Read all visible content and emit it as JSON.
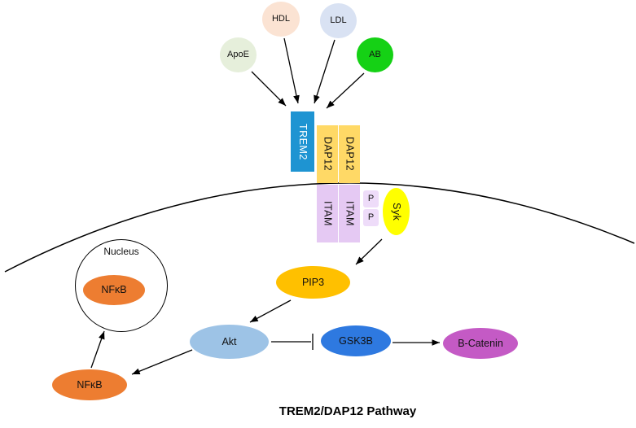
{
  "title": "TREM2/DAP12 Pathway",
  "ligands": {
    "apoe": {
      "label": "ApoE",
      "color": "#e6efdb"
    },
    "hdl": {
      "label": "HDL",
      "color": "#fbe3d3"
    },
    "ldl": {
      "label": "LDL",
      "color": "#d9e2f3"
    },
    "ab": {
      "label": "AB",
      "color": "#15d115"
    }
  },
  "receptor": {
    "trem2": {
      "label": "TREM2",
      "color": "#1e94d2",
      "text_color": "#ffffff"
    },
    "dap12_left": {
      "label": "DAP12",
      "color": "#ffd966"
    },
    "dap12_right": {
      "label": "DAP12",
      "color": "#ffd966"
    },
    "itam_left": {
      "label": "ITAM",
      "color": "#e5c9f3"
    },
    "itam_right": {
      "label": "ITAM",
      "color": "#e5c9f3"
    },
    "phospho_top": {
      "label": "P",
      "color": "#eedcf9"
    },
    "phospho_bottom": {
      "label": "P",
      "color": "#eedcf9"
    },
    "syk": {
      "label": "Syk",
      "color": "#ffff00"
    }
  },
  "nucleus": {
    "label": "Nucleus",
    "nfkb": {
      "label": "NFκB",
      "color": "#ed7d31"
    }
  },
  "nodes": {
    "pip3": {
      "label": "PIP3",
      "color": "#ffc000"
    },
    "akt": {
      "label": "Akt",
      "color": "#9dc3e6"
    },
    "gsk3b": {
      "label": "GSK3B",
      "color": "#2e79e0"
    },
    "bcatenin": {
      "label": "B-Catenin",
      "color": "#c45ac5"
    },
    "nfkb": {
      "label": "NFκB",
      "color": "#ed7d31"
    }
  },
  "edges": [
    {
      "from": "ApoE",
      "to": "TREM2",
      "type": "activates"
    },
    {
      "from": "HDL",
      "to": "TREM2",
      "type": "activates"
    },
    {
      "from": "LDL",
      "to": "TREM2",
      "type": "activates"
    },
    {
      "from": "AB",
      "to": "TREM2",
      "type": "activates"
    },
    {
      "from": "Syk",
      "to": "PIP3",
      "type": "activates"
    },
    {
      "from": "PIP3",
      "to": "Akt",
      "type": "activates"
    },
    {
      "from": "Akt",
      "to": "GSK3B",
      "type": "inhibits"
    },
    {
      "from": "GSK3B",
      "to": "B-Catenin",
      "type": "activates"
    },
    {
      "from": "Akt",
      "to": "NFκB",
      "type": "activates"
    },
    {
      "from": "NFκB",
      "to": "Nucleus",
      "type": "translocates"
    }
  ]
}
